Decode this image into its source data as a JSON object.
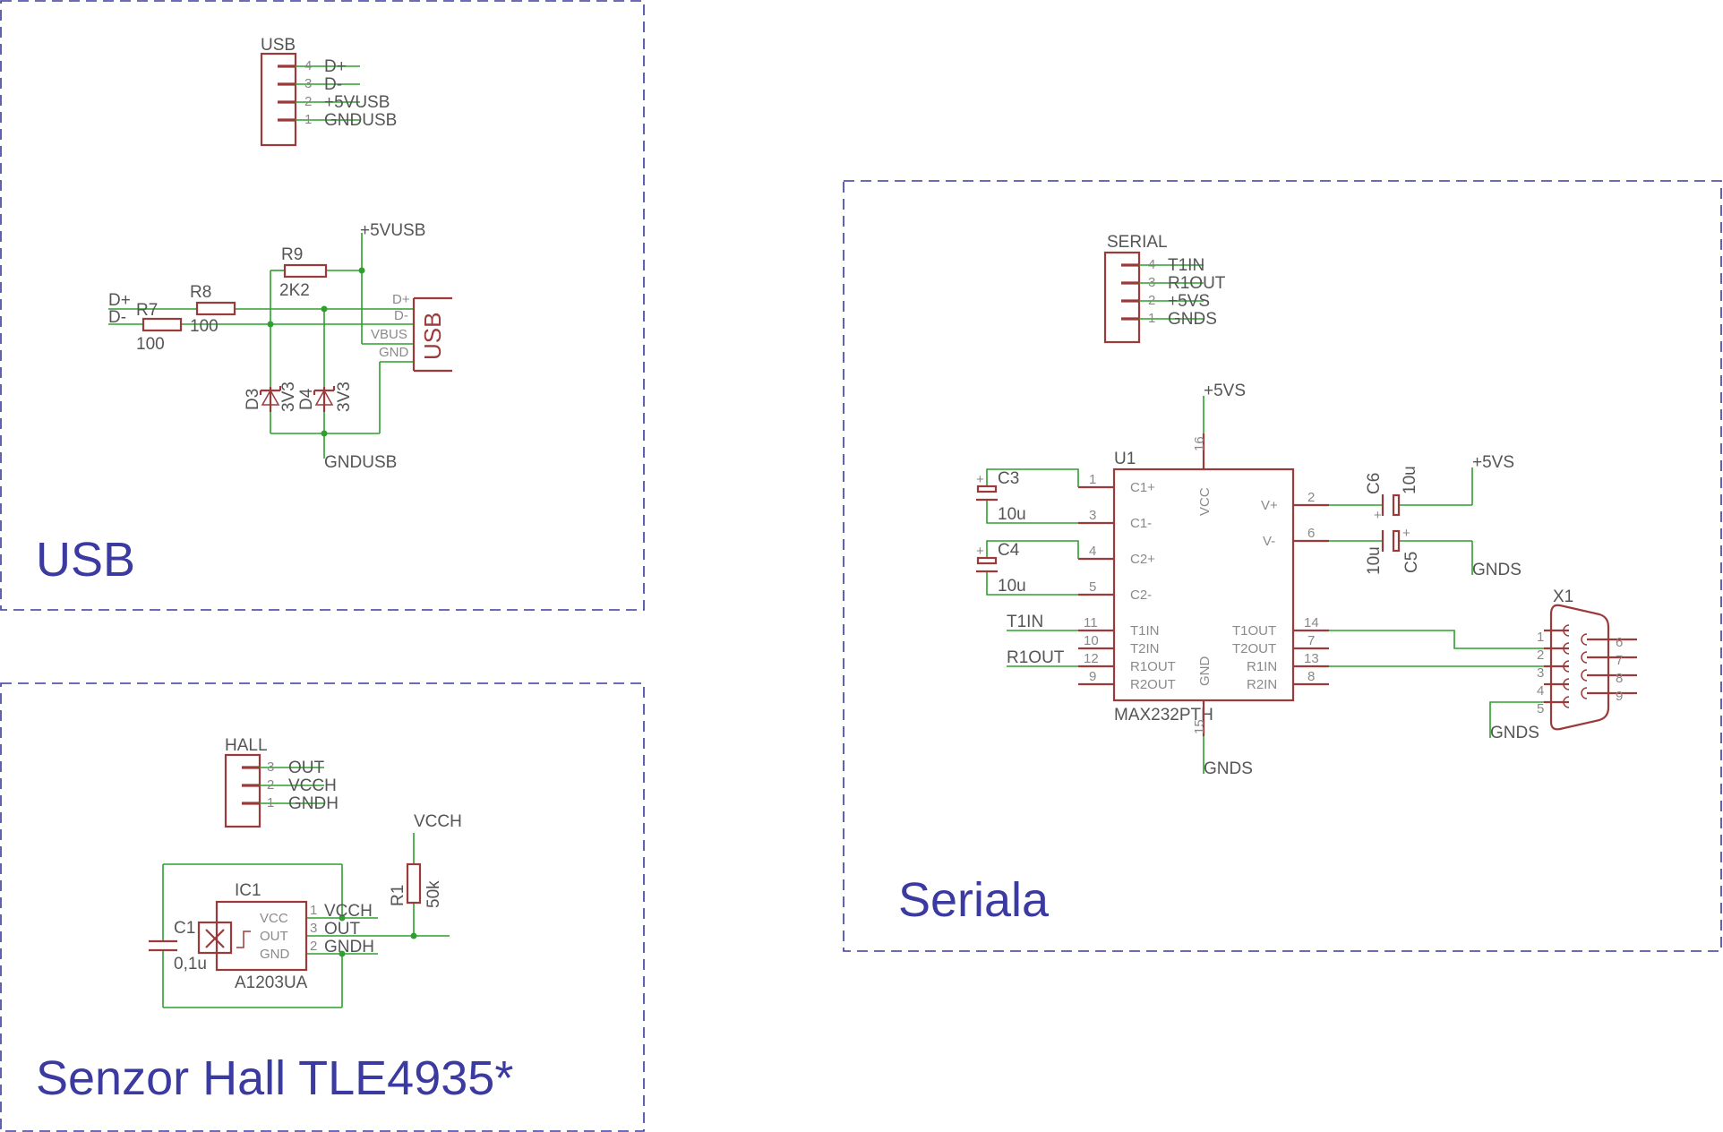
{
  "colors": {
    "frame": "#3a3aa0",
    "wire": "#2ea02e",
    "body": "#9a3a3a",
    "text": "#555555"
  },
  "usb_block": {
    "title": "USB",
    "header": {
      "name": "USB",
      "pins": [
        "4",
        "3",
        "2",
        "1"
      ],
      "nets": [
        "D+",
        "D-",
        "+5VUSB",
        "GNDUSB"
      ]
    },
    "r9": {
      "name": "R9",
      "value": "2K2"
    },
    "r8": {
      "name": "R8",
      "value": "100"
    },
    "r7": {
      "name": "R7",
      "value": "100"
    },
    "d3": {
      "name": "D3",
      "value": "3V3"
    },
    "d4": {
      "name": "D4",
      "value": "3V3"
    },
    "net_dp": "D+",
    "net_dm": "D-",
    "net_5v": "+5VUSB",
    "net_gnd": "GNDUSB",
    "conn": {
      "label": "USB",
      "pins": [
        "D+",
        "D-",
        "VBUS",
        "GND"
      ]
    }
  },
  "hall_block": {
    "title": "Senzor Hall TLE4935*",
    "header": {
      "name": "HALL",
      "pins": [
        "3",
        "2",
        "1"
      ],
      "nets": [
        "OUT",
        "VCCH",
        "GNDH"
      ]
    },
    "ic1": {
      "name": "IC1",
      "part": "A1203UA",
      "pins_in": [
        "VCC",
        "OUT",
        "GND"
      ],
      "pin_numbers": [
        "1",
        "3",
        "2"
      ],
      "nets": [
        "VCCH",
        "OUT",
        "GNDH"
      ]
    },
    "c1": {
      "name": "C1",
      "value": "0,1u"
    },
    "r1": {
      "name": "R1",
      "value": "50k"
    },
    "net_vcch": "VCCH"
  },
  "serial_block": {
    "title": "Seriala",
    "header": {
      "name": "SERIAL",
      "pins": [
        "4",
        "3",
        "2",
        "1"
      ],
      "nets": [
        "T1IN",
        "R1OUT",
        "+5VS",
        "GNDS"
      ]
    },
    "u1": {
      "name": "U1",
      "part": "MAX232PTH",
      "left_pins": [
        {
          "num": "1",
          "name": "C1+"
        },
        {
          "num": "3",
          "name": "C1-"
        },
        {
          "num": "4",
          "name": "C2+"
        },
        {
          "num": "5",
          "name": "C2-"
        },
        {
          "num": "11",
          "name": "T1IN"
        },
        {
          "num": "10",
          "name": "T2IN"
        },
        {
          "num": "12",
          "name": "R1OUT"
        },
        {
          "num": "9",
          "name": "R2OUT"
        }
      ],
      "right_pins": [
        {
          "num": "2",
          "name": "V+"
        },
        {
          "num": "6",
          "name": "V-"
        },
        {
          "num": "14",
          "name": "T1OUT"
        },
        {
          "num": "7",
          "name": "T2OUT"
        },
        {
          "num": "13",
          "name": "R1IN"
        },
        {
          "num": "8",
          "name": "R2IN"
        }
      ],
      "vcc": {
        "num": "16",
        "name": "VCC"
      },
      "gnd": {
        "num": "15",
        "name": "GND"
      }
    },
    "c3": {
      "name": "C3",
      "value": "10u"
    },
    "c4": {
      "name": "C4",
      "value": "10u"
    },
    "c5": {
      "name": "C5",
      "value": "10u"
    },
    "c6": {
      "name": "C6",
      "value": "10u"
    },
    "x1": {
      "name": "X1",
      "pins_left": [
        "1",
        "2",
        "3",
        "4",
        "5"
      ],
      "pins_right": [
        "6",
        "7",
        "8",
        "9"
      ]
    },
    "net_5vs": "+5VS",
    "net_gnds": "GNDS",
    "net_t1in": "T1IN",
    "net_r1out": "R1OUT"
  }
}
